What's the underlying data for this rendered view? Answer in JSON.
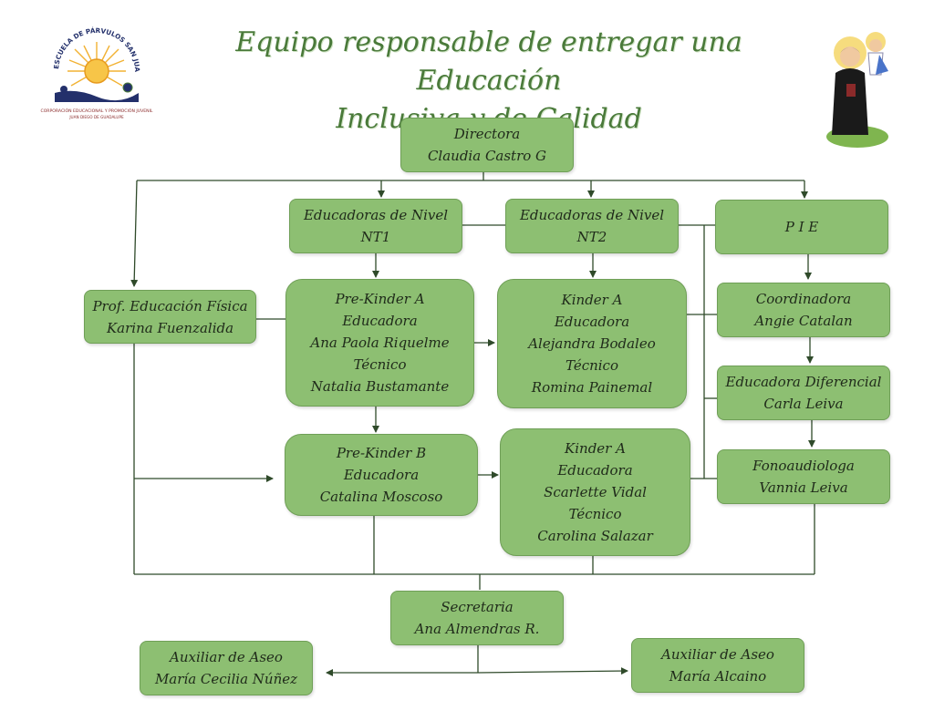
{
  "title": {
    "line1": "Equipo responsable de entregar una Educación",
    "line2": "Inclusiva y de Calidad"
  },
  "logo": {
    "ring_text": "ESCUELA DE PÁRVULOS SAN JUAN LEONARDI",
    "caption_line1": "CORPORACIÓN EDUCACIONAL Y PROMOCIÓN JUVENIL",
    "caption_line2": "JUAN DIEGO DE GUADALUPE"
  },
  "colors": {
    "box_fill": "#8dbf72",
    "box_border": "#6f9f57",
    "title": "#4a7a3a",
    "line": "#2f4a2a"
  },
  "nodes": {
    "directora": [
      "Directora",
      "Claudia Castro G"
    ],
    "nt1": [
      "Educadoras de Nivel",
      "NT1"
    ],
    "nt2": [
      "Educadoras de Nivel",
      "NT2"
    ],
    "pie": [
      "P I E"
    ],
    "prof_ef": [
      "Prof. Educación Física",
      "Karina Fuenzalida"
    ],
    "prekinder_a": [
      "Pre-Kinder A",
      "Educadora",
      "Ana Paola Riquelme",
      "Técnico",
      "Natalia Bustamante"
    ],
    "kinder_a1": [
      "Kinder A",
      "Educadora",
      "Alejandra Bodaleo",
      "Técnico",
      "Romina Painemal"
    ],
    "coordinadora": [
      "Coordinadora",
      "Angie Catalan"
    ],
    "educ_diferencial": [
      "Educadora Diferencial",
      "Carla Leiva"
    ],
    "fonoaudiologa": [
      "Fonoaudiologa",
      "Vannia Leiva"
    ],
    "prekinder_b": [
      "Pre-Kinder B",
      "Educadora",
      "Catalina Moscoso"
    ],
    "kinder_a2": [
      "Kinder A",
      "Educadora",
      "Scarlette Vidal",
      "Técnico",
      "Carolina Salazar"
    ],
    "secretaria": [
      "Secretaria",
      "Ana Almendras R."
    ],
    "aseo_1": [
      "Auxiliar de Aseo",
      "María Cecilia Núñez"
    ],
    "aseo_2": [
      "Auxiliar de Aseo",
      "María Alcaino"
    ]
  }
}
